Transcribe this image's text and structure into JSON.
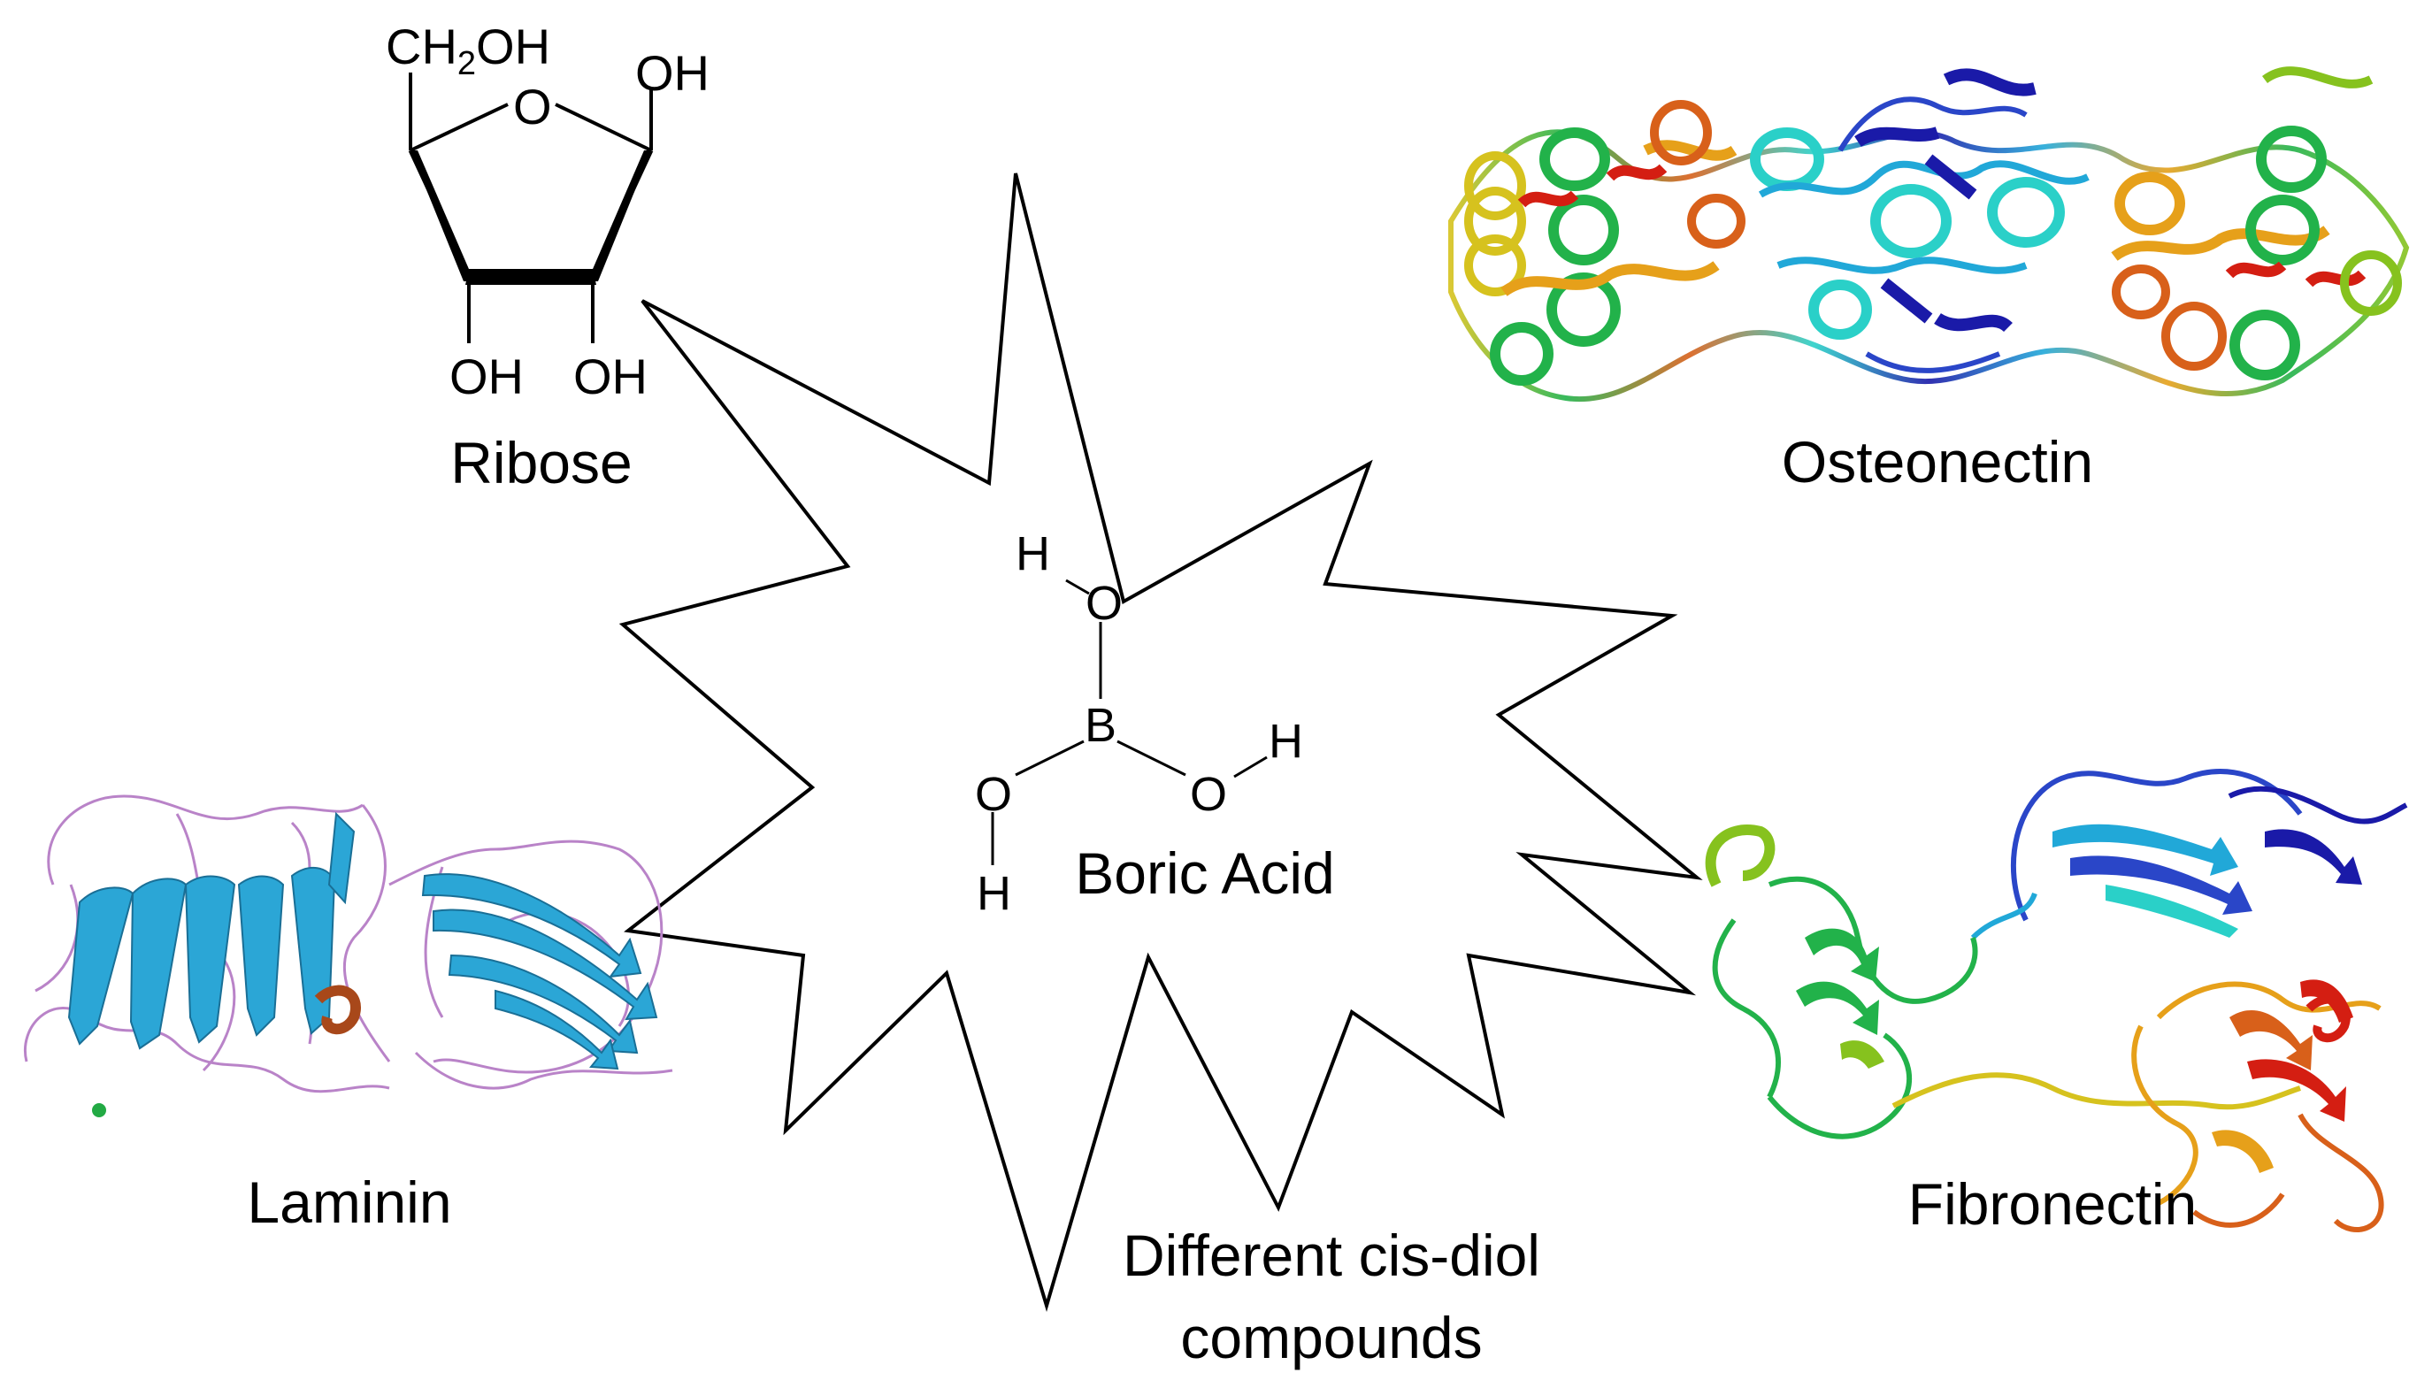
{
  "labels": {
    "ribose": "Ribose",
    "osteonectin": "Osteonectin",
    "laminin": "Laminin",
    "fibronectin": "Fibronectin",
    "boric_acid": "Boric Acid",
    "cis_diol_line1": "Different cis-diol",
    "cis_diol_line2": "compounds"
  },
  "ribose_structure": {
    "ch2oh_prefix": "CH",
    "ch2oh_subscript": "2",
    "ch2oh_suffix": "OH",
    "ring_oxygen": "O",
    "oh_anomeric": "OH",
    "oh_c3": "OH",
    "oh_c2": "OH"
  },
  "boric_acid_structure": {
    "boron": "B",
    "oxygen_top": "O",
    "hydrogen_top": "H",
    "oxygen_left": "O",
    "hydrogen_left": "H",
    "oxygen_right": "O",
    "hydrogen_right": "H"
  },
  "colors": {
    "outline": "#000000",
    "rainbow": [
      "#1a1aa8",
      "#2a46c8",
      "#21a8d8",
      "#2ad0c8",
      "#22b24a",
      "#86c21e",
      "#d6c21e",
      "#e6a01a",
      "#d8601a",
      "#d41e12"
    ],
    "laminin_sheet": "#2ba6d6",
    "laminin_sheet_edge": "#1a6f96",
    "laminin_coil": "#b983c8",
    "laminin_helix": "#a8481a",
    "laminin_ion": "#22aa44"
  },
  "icons": {
    "burst": "starburst-outline",
    "osteonectin": "protein-ribbon-rainbow",
    "laminin": "protein-ribbon-beta-sheets",
    "fibronectin": "protein-ribbon-rainbow"
  }
}
